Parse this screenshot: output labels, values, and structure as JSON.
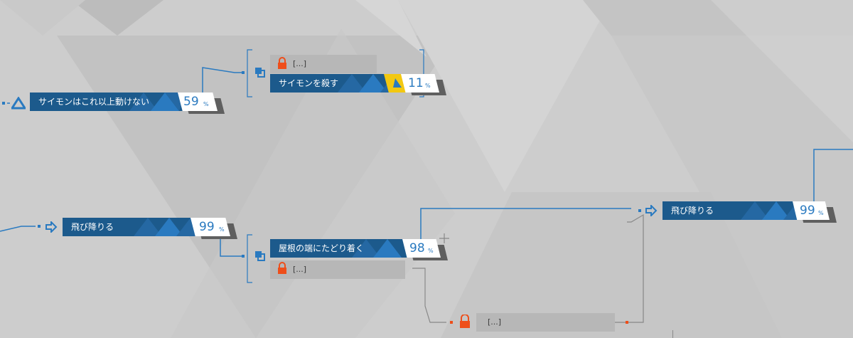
{
  "colors": {
    "bar": "#1c5a8c",
    "bar_light": "#2a7ac0",
    "line": "#2a7ac0",
    "lock": "#ee4e1a",
    "highlight": "#f2c811",
    "locked_bar": "#b7b7b7",
    "background": "#cfcfcf"
  },
  "nodes": [
    {
      "id": "simon-cannot-move",
      "label": "サイモンはこれ以上動けない",
      "percent": "59",
      "unit": "%",
      "icon": "triangle-icon"
    },
    {
      "id": "kill-simon",
      "label": "サイモンを殺す",
      "percent": "11",
      "unit": "%",
      "icon": "copy-icon"
    },
    {
      "id": "jump-down-left",
      "label": "飛び降りる",
      "percent": "99",
      "unit": "%",
      "icon": "arrow-right-icon"
    },
    {
      "id": "reach-roof-edge",
      "label": "屋根の端にたどり着く",
      "percent": "98",
      "unit": "%",
      "icon": "copy-icon"
    },
    {
      "id": "jump-down-right",
      "label": "飛び降りる",
      "percent": "99",
      "unit": "%",
      "icon": "arrow-right-icon"
    }
  ],
  "locked_nodes": [
    {
      "id": "locked-top",
      "label": "[...]",
      "icon": "lock-icon"
    },
    {
      "id": "locked-middle",
      "label": "[...]",
      "icon": "lock-icon"
    },
    {
      "id": "locked-bottom",
      "label": "[...]",
      "icon": "lock-icon"
    }
  ]
}
